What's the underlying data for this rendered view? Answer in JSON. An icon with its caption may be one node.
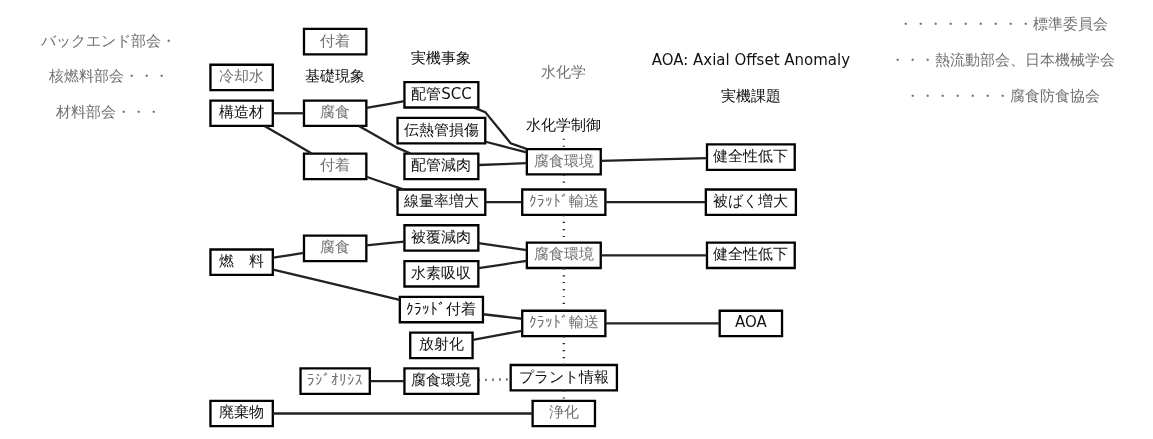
{
  "diagram": {
    "nodes": [
      {
        "text": [
          "水化学制御"
        ]
      },
      {
        "text": [
          "構造材"
        ]
      },
      {
        "text": [
          "腐食"
        ]
      },
      {
        "text": [
          "付着"
        ]
      },
      {
        "text": [
          "配管SCC"
        ]
      },
      {
        "text": [
          "伝熱管損傷"
        ]
      },
      {
        "text": [
          "配管減肉"
        ]
      },
      {
        "text": [
          "線量率増大"
        ]
      },
      {
        "text": [
          "腐食環境"
        ]
      },
      {
        "text": [
          "健全性低下"
        ]
      },
      {
        "text": [
          "ｸﾗｯﾄﾞ輸送"
        ]
      },
      {
        "text": [
          "被ばく増大"
        ]
      },
      {
        "text": [
          "燃　料"
        ]
      },
      {
        "text": [
          "腐食"
        ]
      },
      {
        "text": [
          "付着"
        ]
      },
      {
        "text": [
          "被覆減肉"
        ]
      },
      {
        "text": [
          "水素吸収"
        ]
      },
      {
        "text": [
          "ｸﾗｯﾄﾞ付着"
        ]
      },
      {
        "text": [
          "放射化"
        ]
      },
      {
        "text": [
          "腐食環境"
        ]
      },
      {
        "text": [
          "健全性低下"
        ]
      },
      {
        "text": [
          "ｸﾗｯﾄﾞ輸送"
        ]
      },
      {
        "text": [
          "AOA"
        ]
      },
      {
        "text": [
          "冷却水"
        ]
      },
      {
        "text": [
          "ﾗｼﾞｵﾘｼｽ"
        ]
      },
      {
        "text": [
          "腐食環境"
        ]
      },
      {
        "text": [
          "プラント情報"
        ]
      },
      {
        "text": [
          "廃棄物"
        ]
      },
      {
        "text": [
          "浄化"
        ]
      }
    ],
    "edges": [
      {
        "from": 1,
        "to": 2,
        "arrow": "none"
      },
      {
        "from": 1,
        "to": 3,
        "arrow": "none"
      },
      {
        "from": 2,
        "to": 4,
        "arrow": "none"
      },
      {
        "from": 2,
        "to": 6,
        "arrow": "none"
      },
      {
        "from": 4,
        "to": 8,
        "arrow": "none"
      },
      {
        "from": 5,
        "to": 8,
        "arrow": "none"
      },
      {
        "from": 6,
        "to": 8,
        "arrow": "none"
      },
      {
        "from": 3,
        "to": 7,
        "arrow": "none"
      },
      {
        "from": 8,
        "to": 9,
        "arrow": "none"
      },
      {
        "from": 7,
        "to": 10,
        "arrow": "none"
      },
      {
        "from": 10,
        "to": 11,
        "arrow": "none"
      },
      {
        "from": 12,
        "to": 13,
        "arrow": "none"
      },
      {
        "from": 12,
        "to": 17,
        "arrow": "none"
      },
      {
        "from": 13,
        "to": 15,
        "arrow": "none"
      },
      {
        "from": 15,
        "to": 19,
        "arrow": "none"
      },
      {
        "from": 16,
        "to": 19,
        "arrow": "none"
      },
      {
        "from": 19,
        "to": 20,
        "arrow": "none"
      },
      {
        "from": 17,
        "to": 21,
        "arrow": "none"
      },
      {
        "from": 18,
        "to": 21,
        "arrow": "none"
      },
      {
        "from": 21,
        "to": 22,
        "arrow": "none"
      },
      {
        "from": 24,
        "to": 25,
        "arrow": "none"
      },
      {
        "from": 25,
        "to": 26,
        "arrow": "none",
        "style": "dashed"
      },
      {
        "from": 27,
        "to": 28,
        "arrow": "none"
      },
      {
        "from": 0,
        "to": 8,
        "arrow": "none",
        "style": "dashed"
      },
      {
        "from": 8,
        "to": 10,
        "arrow": "none",
        "style": "dashed"
      },
      {
        "from": 10,
        "to": 19,
        "arrow": "none",
        "style": "dashed"
      },
      {
        "from": 19,
        "to": 21,
        "arrow": "none",
        "style": "dashed"
      },
      {
        "from": 21,
        "to": 26,
        "arrow": "none",
        "style": "dashed"
      },
      {
        "from": 26,
        "to": 28,
        "arrow": "none",
        "style": "dashed"
      }
    ],
    "labels": [
      "基礎現象",
      "実機事象",
      "水化学",
      "実機課題",
      "材料部会・・・",
      "・・・・・・・腐食防食協会",
      "・・・熱流動部会、日本機械学会",
      "核燃料部会・・・",
      "AOA: Axial Offset Anomaly",
      "・・・・・・・・・標準委員会",
      "バックエンド部会・"
    ]
  }
}
